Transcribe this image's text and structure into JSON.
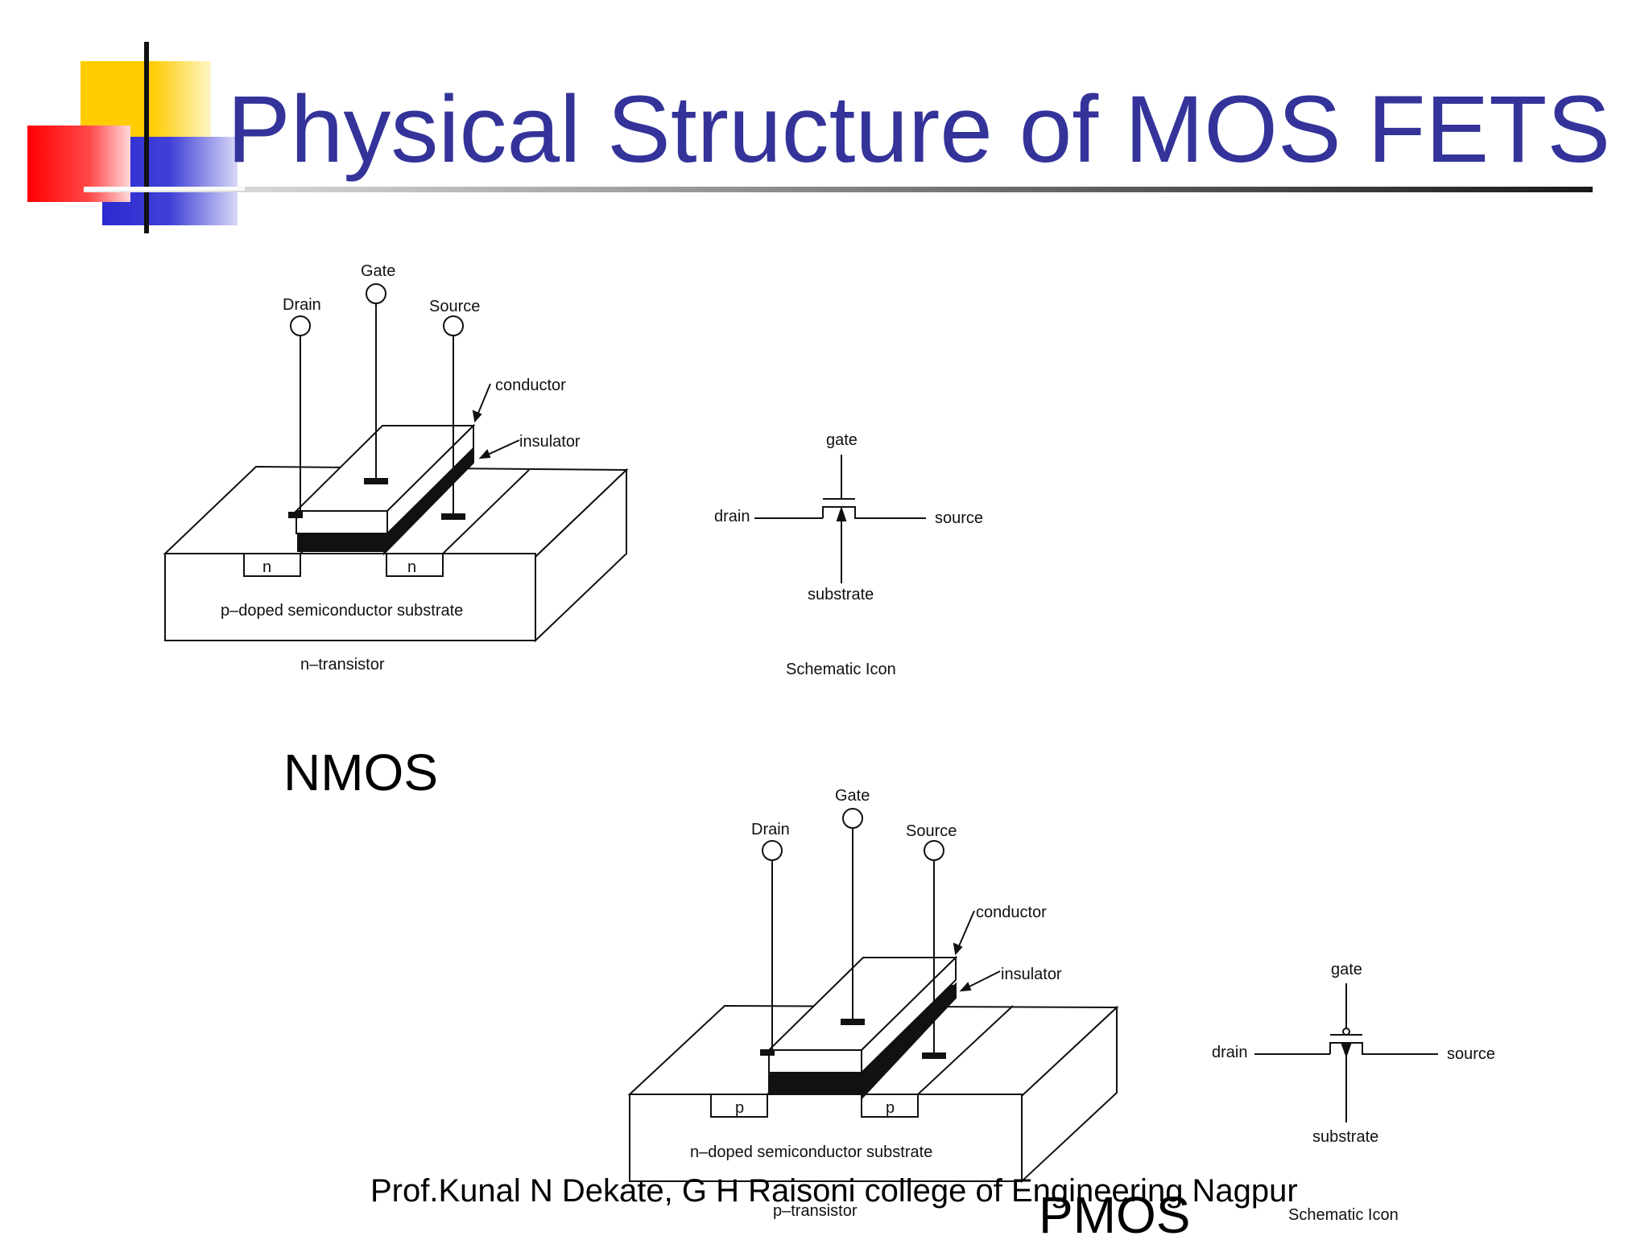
{
  "slide": {
    "title": "Physical Structure of MOS FETS",
    "nmos_label": "NMOS",
    "pmos_label": "PMOS",
    "footer": "Prof.Kunal N Dekate, G H Raisoni college of Engineering Nagpur"
  },
  "nmos_diagram": {
    "gate": "Gate",
    "drain": "Drain",
    "source": "Source",
    "conductor": "conductor",
    "insulator": "insulator",
    "region_left": "n",
    "region_right": "n",
    "substrate": "p–doped semiconductor substrate",
    "caption": "n–transistor"
  },
  "nmos_schematic": {
    "gate": "gate",
    "drain": "drain",
    "source": "source",
    "substrate": "substrate",
    "caption": "Schematic Icon"
  },
  "pmos_diagram": {
    "gate": "Gate",
    "drain": "Drain",
    "source": "Source",
    "conductor": "conductor",
    "insulator": "insulator",
    "region_left": "p",
    "region_right": "p",
    "substrate": "n–doped semiconductor substrate",
    "caption": "p–transistor"
  },
  "pmos_schematic": {
    "gate": "gate",
    "drain": "drain",
    "source": "source",
    "substrate": "substrate",
    "caption": "Schematic Icon"
  },
  "colors": {
    "title": "#33339a",
    "square_yellow": "#ffcc00",
    "square_red": "#ff0000",
    "square_blue": "#3333cc"
  }
}
